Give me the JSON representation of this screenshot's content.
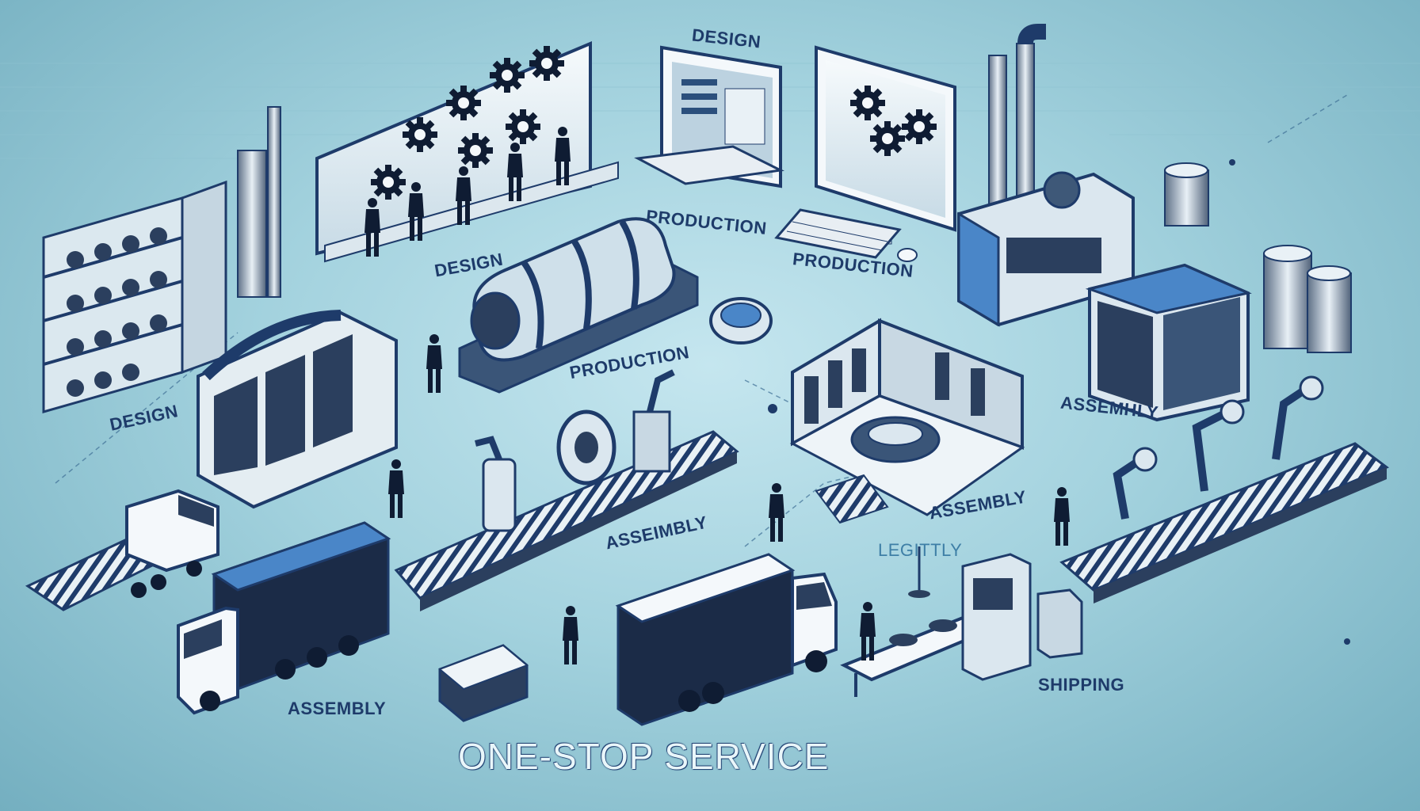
{
  "title": "ONE-STOP SERVICE",
  "labels": {
    "design_top": "DESIGN",
    "design_mid": "DESIGN",
    "design_left": "DESIGN",
    "production_top": "PRODUCTION",
    "production_right": "PRODUCTION",
    "production_mid": "PRODUCTION",
    "assembly_right": "ASSEMHLY",
    "assembly_center": "ASSEMBLY",
    "assembly_conveyor": "ASSEIMBLY",
    "assembly_bottom": "ASSEMBLY",
    "legitly": "LEGITTLY",
    "shipping": "SHIPPING"
  },
  "colors": {
    "background": "#a3d2de",
    "ink": "#1e3b6a",
    "accent_blue": "#4a86c8",
    "panel_white": "#f4f8fb"
  },
  "icons": [
    "gear-icon",
    "monitor-icon",
    "keyboard-icon",
    "truck-icon",
    "conveyor-icon",
    "robot-arm-icon",
    "factory-icon",
    "barrel-icon",
    "cabinet-icon",
    "shelf-icon",
    "worker-icon"
  ]
}
